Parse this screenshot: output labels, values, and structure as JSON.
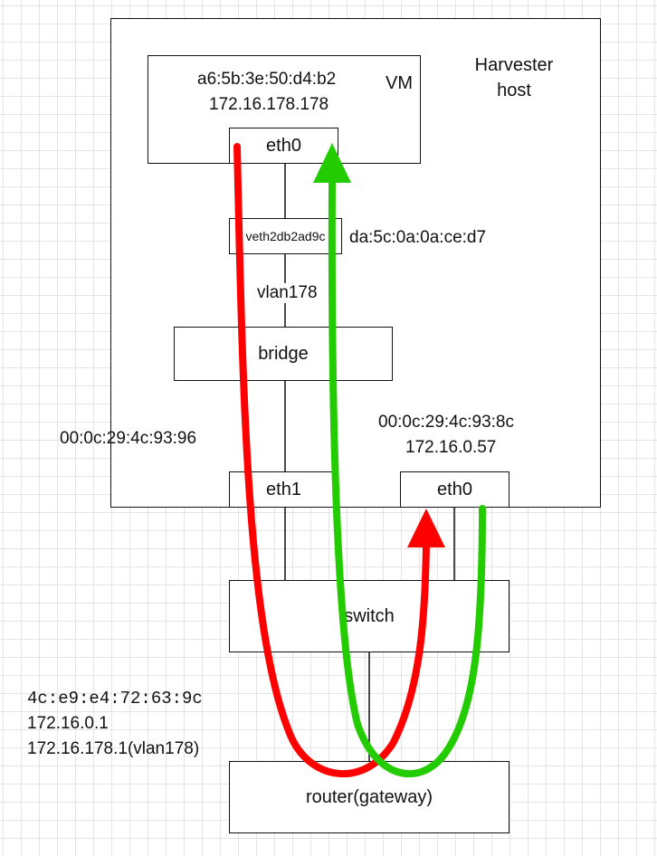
{
  "host": {
    "label_line1": "Harvester",
    "label_line2": "host"
  },
  "vm": {
    "label": "VM",
    "mac": "a6:5b:3e:50:d4:b2",
    "ip": "172.16.178.178",
    "nic": "eth0"
  },
  "veth": {
    "label": "veth2db2ad9c",
    "mac": "da:5c:0a:0a:ce:d7"
  },
  "vlan_label": "vlan178",
  "bridge": {
    "label": "bridge"
  },
  "host_eth1": {
    "label": "eth1",
    "mac": "00:0c:29:4c:93:96"
  },
  "host_eth0": {
    "label": "eth0",
    "mac": "00:0c:29:4c:93:8c",
    "ip": "172.16.0.57"
  },
  "switch": {
    "label": "switch"
  },
  "router": {
    "label": "router(gateway)",
    "mac": "4c:e9:e4:72:63:9c",
    "ip": "172.16.0.1",
    "vlan_ip": "172.16.178.1(vlan178)"
  },
  "colors": {
    "red_path": "#ff0000",
    "green_path": "#22cc00",
    "line": "#111111"
  }
}
